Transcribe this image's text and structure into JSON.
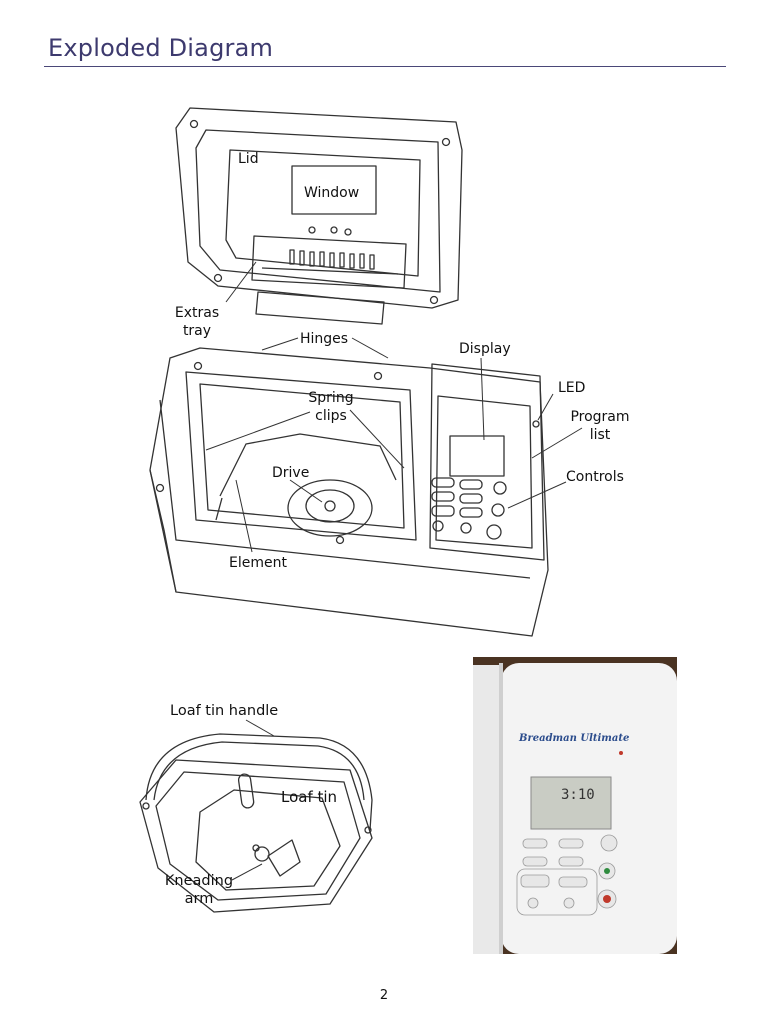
{
  "page": {
    "title": "Exploded Diagram",
    "page_number": "2"
  },
  "machine_labels": {
    "lid": "Lid",
    "window": "Window",
    "extras_tray_line1": "Extras",
    "extras_tray_line2": "tray",
    "hinges": "Hinges",
    "display": "Display",
    "led": "LED",
    "program_list_line1": "Program",
    "program_list_line2": "list",
    "controls": "Controls",
    "spring_clips_line1": "Spring",
    "spring_clips_line2": "clips",
    "drive": "Drive",
    "element": "Element"
  },
  "tin_labels": {
    "handle": "Loaf tin handle",
    "tin": "Loaf tin",
    "kneading_line1": "Kneading",
    "kneading_line2": "arm"
  },
  "photo": {
    "brand": "Breadman Ultimate",
    "display_digits": "3:10"
  },
  "colors": {
    "title": "#3d3a6e",
    "rule": "#4a4778",
    "line_art": "#333333"
  }
}
